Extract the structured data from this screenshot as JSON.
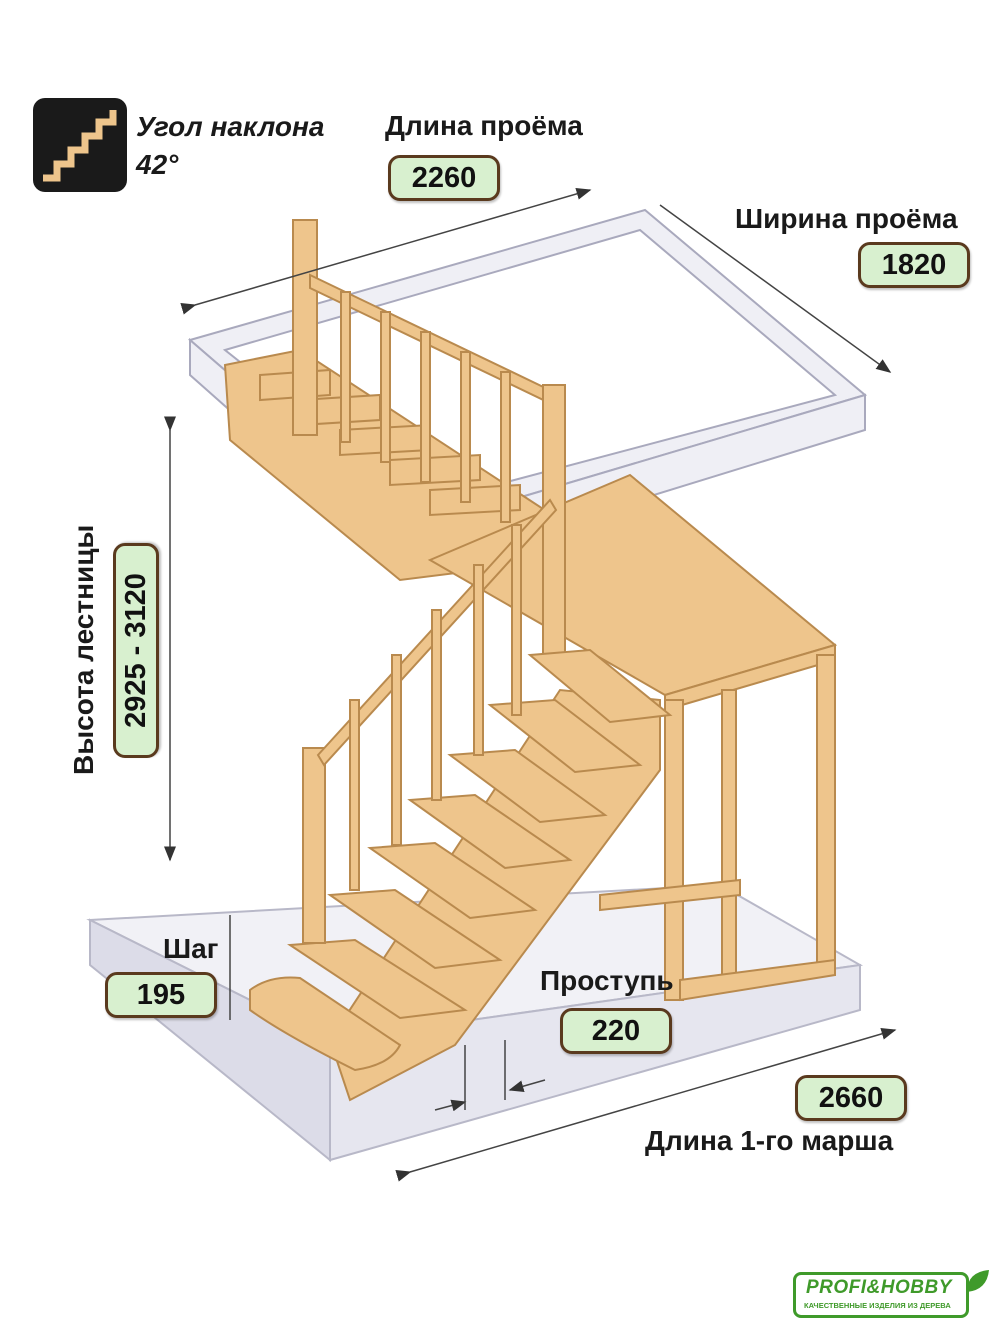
{
  "angle": {
    "label": "Угол наклона",
    "value": "42°"
  },
  "opening_length": {
    "label": "Длина проёма",
    "value": "2260"
  },
  "opening_width": {
    "label": "Ширина проёма",
    "value": "1820"
  },
  "stair_height": {
    "label": "Высота лестницы",
    "value": "2925 - 3120"
  },
  "step": {
    "label": "Шаг",
    "value": "195"
  },
  "tread": {
    "label": "Проступь",
    "value": "220"
  },
  "first_flight": {
    "label": "Длина 1-го марша",
    "value": "2660"
  },
  "logo": {
    "text": "PROFI&HOBBY",
    "tagline": "КАЧЕСТВЕННЫЕ ИЗДЕЛИЯ ИЗ ДЕРЕВА"
  },
  "colors": {
    "wood": "#eec58c",
    "wood_edge": "#b98a4e",
    "label_bg": "#d8f0cf",
    "label_border": "#5a3a1e",
    "slab": "#e9e9f1",
    "logo": "#3f9a2a"
  }
}
